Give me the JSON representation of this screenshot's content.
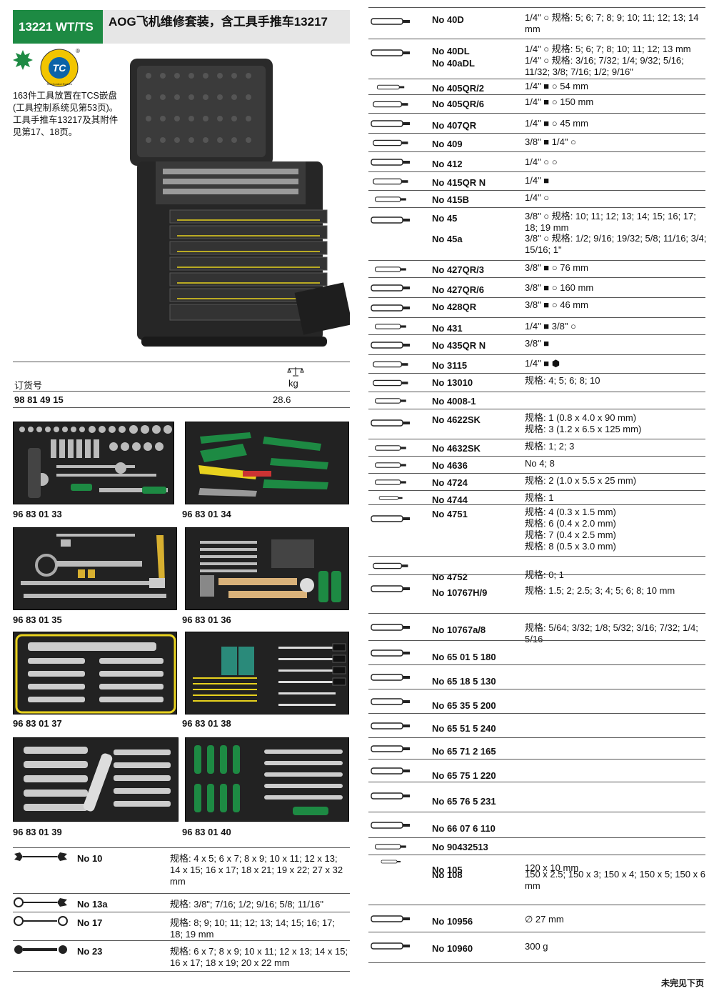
{
  "header": {
    "code": "13221 WT/TS",
    "title": "AOG飞机维修套装，含工具手推车13217"
  },
  "badge": {
    "tc_text": "TC",
    "tc_ring": "Tool Control System",
    "registered": "®"
  },
  "intro": {
    "line1": "163件工具放置在TCS嵌盘(工具控制系统见第53页)。",
    "line2": "工具手推车13217及其附件见第17、18页。"
  },
  "order": {
    "order_label": "订货号",
    "kg_label": "kg",
    "number": "98 81 49 15",
    "weight": "28.6"
  },
  "trays": [
    {
      "label": "96 83 01 33"
    },
    {
      "label": "96 83 01 34"
    },
    {
      "label": "96 83 01 35"
    },
    {
      "label": "96 83 01 36"
    },
    {
      "label": "96 83 01 37"
    },
    {
      "label": "96 83 01 38"
    },
    {
      "label": "96 83 01 39"
    },
    {
      "label": "96 83 01 40"
    }
  ],
  "left_list": [
    {
      "no": "No 10",
      "spec": "规格: 4 x 5; 6 x 7; 8 x 9; 10 x 11; 12 x 13; 14 x 15; 16 x 17; 18 x 21; 19 x 22; 27 x 32 mm"
    },
    {
      "no": "No 13a",
      "spec": "规格: 3/8\"; 7/16; 1/2; 9/16; 5/8; 11/16\""
    },
    {
      "no": "No 17",
      "spec": "规格: 8; 9; 10; 11; 12; 13; 14; 15; 16; 17; 18; 19 mm"
    },
    {
      "no": "No 23",
      "spec": "规格: 6 x 7; 8 x 9; 10 x 11; 12 x 13; 14 x 15; 16 x 17; 18 x 19; 20 x 22 mm"
    }
  ],
  "right_list": [
    {
      "no": "No 40D",
      "spec": "1/4\" ○ 规格: 5; 6; 7; 8; 9; 10; 11; 12; 13; 14 mm"
    },
    {
      "no": "No 40DL\nNo 40aDL",
      "spec": "1/4\" ○ 规格: 5; 6; 7; 8; 10; 11; 12; 13 mm 1/4\" ○ 规格: 3/16; 7/32; 1/4; 9/32; 5/16; 11/32; 3/8; 7/16; 1/2; 9/16\""
    },
    {
      "no": "No 405QR/2",
      "spec": "1/4\" ■ ○ 54 mm"
    },
    {
      "no": "No 405QR/6",
      "spec": "1/4\" ■ ○ 150 mm"
    },
    {
      "no": "No 407QR",
      "spec": "1/4\" ■ ○ 45 mm"
    },
    {
      "no": "No 409",
      "spec": "3/8\" ■ 1/4\" ○"
    },
    {
      "no": "No 412",
      "spec": "1/4\" ○ ○"
    },
    {
      "no": "No 415QR N",
      "spec": "1/4\" ■"
    },
    {
      "no": "No 415B",
      "spec": "1/4\" ○"
    },
    {
      "no": "No 45",
      "spec": "3/8\" ○ 规格: 10; 11; 12; 13; 14; 15; 16; 17; 18; 19 mm"
    },
    {
      "no": "No 45a",
      "spec": "3/8\" ○ 规格: 1/2; 9/16; 19/32; 5/8; 11/16; 3/4; 15/16; 1\""
    },
    {
      "no": "No 427QR/3",
      "spec": "3/8\" ■ ○ 76 mm"
    },
    {
      "no": "No 427QR/6",
      "spec": "3/8\" ■ ○ 160 mm"
    },
    {
      "no": "No 428QR",
      "spec": "3/8\" ■ ○ 46 mm"
    },
    {
      "no": "No 431",
      "spec": "1/4\" ■ 3/8\" ○"
    },
    {
      "no": "No 435QR N",
      "spec": "3/8\" ■"
    },
    {
      "no": "No 3115",
      "spec": "1/4\" ■ ⬢"
    },
    {
      "no": "No 13010",
      "spec": "规格: 4; 5; 6; 8; 10"
    },
    {
      "no": "No 4008-1",
      "spec": ""
    },
    {
      "no": "No 4622SK",
      "spec": "规格: 1 (0.8 x 4.0 x 90 mm)\n规格: 3 (1.2 x 6.5 x 125 mm)"
    },
    {
      "no": "No 4632SK",
      "spec": "规格: 1; 2; 3"
    },
    {
      "no": "No 4636",
      "spec": "No 4; 8"
    },
    {
      "no": "No 4724",
      "spec": "规格: 2 (1.0 x 5.5 x 25 mm)"
    },
    {
      "no": "No 4744",
      "spec": "规格: 1"
    },
    {
      "no": "No 4751",
      "spec": "规格: 4 (0.3 x 1.5 mm)\n规格: 6 (0.4 x 2.0 mm)\n规格: 7 (0.4 x 2.5 mm)\n规格: 8 (0.5 x 3.0 mm)"
    },
    {
      "no": "No 4752",
      "spec": "规格: 0; 1"
    },
    {
      "no": "No 10767H/9",
      "spec": "规格: 1.5; 2; 2.5; 3; 4; 5; 6; 8; 10 mm"
    },
    {
      "no": "No 10767a/8",
      "spec": "规格: 5/64; 3/32; 1/8; 5/32; 3/16; 7/32; 1/4; 5/16"
    },
    {
      "no": "No 65 01 5 180",
      "spec": ""
    },
    {
      "no": "No 65 18 5 130",
      "spec": ""
    },
    {
      "no": "No 65 35 5 200",
      "spec": ""
    },
    {
      "no": "No 65 51 5 240",
      "spec": ""
    },
    {
      "no": "No 65 71 2 165",
      "spec": ""
    },
    {
      "no": "No 65 75 1 220",
      "spec": ""
    },
    {
      "no": "No 65 76 5 231",
      "spec": ""
    },
    {
      "no": "No 66 07 6 110",
      "spec": ""
    },
    {
      "no": "No 90432513",
      "spec": ""
    },
    {
      "no": "No 105",
      "spec": "120 x 10 mm"
    },
    {
      "no": "No 108",
      "spec": "150 x 2.5; 150 x 3; 150 x 4; 150 x 5; 150 x 6 mm"
    },
    {
      "no": "No 10956",
      "spec": "∅ 27 mm"
    },
    {
      "no": "No 10960",
      "spec": "300 g"
    }
  ],
  "footer": "未完见下页",
  "colors": {
    "brand_green": "#1d8a43",
    "tray_black": "#222222",
    "foam_yellow": "#e8d21e"
  }
}
